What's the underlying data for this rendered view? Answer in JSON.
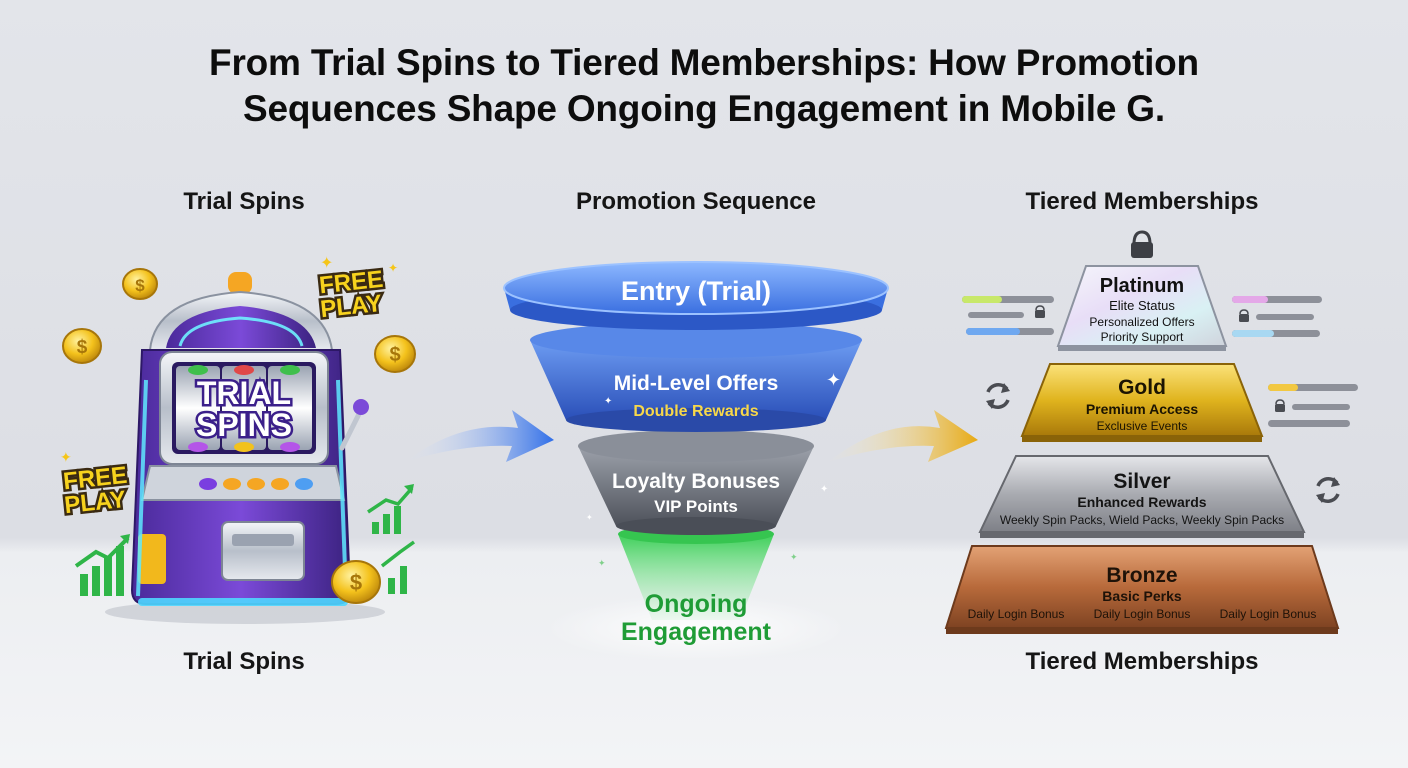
{
  "title": {
    "line1": "From Trial Spins to Tiered Memberships: How Promotion",
    "line2": "Sequences Shape Ongoing Engagement in Mobile G."
  },
  "trial": {
    "top_label": "Trial Spins",
    "bottom_label": "Trial Spins",
    "reel_line1": "TRIAL",
    "reel_line2": "SPINS",
    "badge_top": {
      "line1": "FREE",
      "line2": "PLAY"
    },
    "badge_left": {
      "line1": "FREE",
      "line2": "PLAY"
    }
  },
  "funnel": {
    "top_label": "Promotion Sequence",
    "stages": [
      {
        "line1": "Entry (Trial)",
        "line2": ""
      },
      {
        "line1": "Mid-Level Offers",
        "line2": "Double Rewards"
      },
      {
        "line1": "Loyalty Bonuses",
        "line2": "VIP Points"
      },
      {
        "line1": "Ongoing",
        "line2": "Engagement"
      }
    ]
  },
  "tiers": {
    "top_label": "Tiered Memberships",
    "bottom_label": "Tiered Memberships",
    "platinum": {
      "name": "Platinum",
      "l1": "Elite Status",
      "l2": "Personalized Offers",
      "l3": "Priority Support"
    },
    "gold": {
      "name": "Gold",
      "l1": "Premium Access",
      "l2": "Exclusive Events"
    },
    "silver": {
      "name": "Silver",
      "l1": "Enhanced Rewards",
      "l2": "Weekly Spin Packs, Wield Packs, Weekly Spin Packs"
    },
    "bronze": {
      "name": "Bronze",
      "l1": "Basic Perks",
      "l2a": "Daily Login Bonus",
      "l2b": "Daily Login Bonus",
      "l2c": "Daily Login Bonus"
    }
  },
  "colors": {
    "funnel_blue": "#3f6fdc",
    "funnel_gray": "#6f7480",
    "funnel_green": "#2fb548",
    "gold": "#e0b41e",
    "silver": "#a9abb1",
    "bronze": "#b86a3b"
  }
}
